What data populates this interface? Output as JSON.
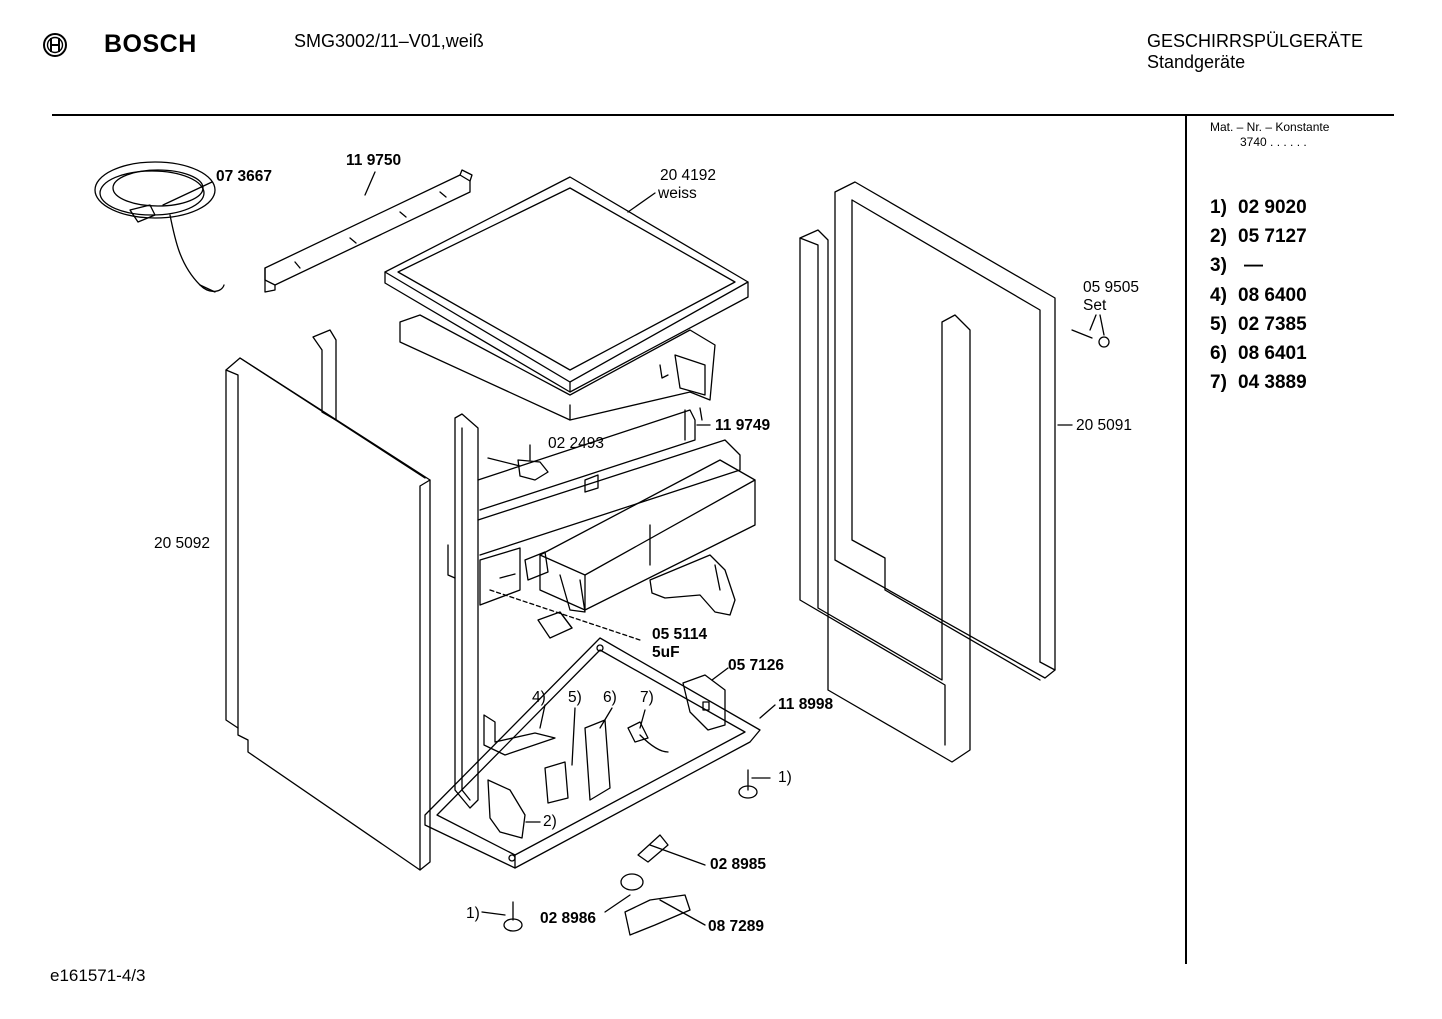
{
  "header": {
    "brand": "BOSCH",
    "model": "SMG3002/11–V01,weiß",
    "title_line1": "GESCHIRRSPÜLGERÄTE",
    "title_line2": "Standgeräte"
  },
  "konstante": {
    "label": "Mat. – Nr. – Konstante",
    "value": "3740 .  .  .  .  .  ."
  },
  "parts_list": [
    {
      "num": "1)",
      "code": "02 9020"
    },
    {
      "num": "2)",
      "code": "05 7127"
    },
    {
      "num": "3)",
      "code": "—"
    },
    {
      "num": "4)",
      "code": "08 6400"
    },
    {
      "num": "5)",
      "code": "02 7385"
    },
    {
      "num": "6)",
      "code": "08 6401"
    },
    {
      "num": "7)",
      "code": "04 3889"
    }
  ],
  "callouts": {
    "c073667": "07 3667",
    "c119750": "11 9750",
    "c204192": "20 4192",
    "weiss": "weiss",
    "c059505": "05 9505",
    "set": "Set",
    "c119749": "11 9749",
    "c022493": "02 2493",
    "c205091": "20 5091",
    "c205092": "20 5092",
    "c055114": "05 5114",
    "uf": "5uF",
    "c057126": "05 7126",
    "c118998": "11 8998",
    "r4": "4)",
    "r5": "5)",
    "r6": "6)",
    "r7": "7)",
    "r1a": "1)",
    "r2": "2)",
    "c028985": "02 8985",
    "r1b": "1)",
    "c028986": "02 8986",
    "c087289": "08 7289"
  },
  "footer": {
    "code": "e161571-4/3"
  }
}
